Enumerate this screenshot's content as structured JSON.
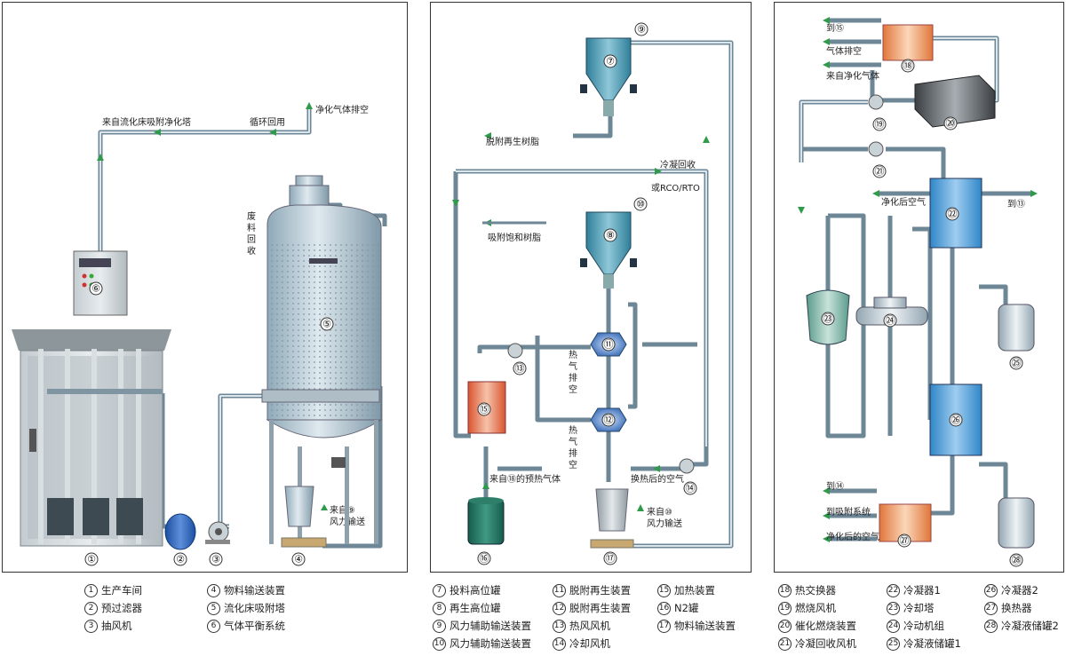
{
  "panel1": {
    "labels": {
      "exhaust": "净化气体排空",
      "from_tower": "来自流化床吸附净化塔",
      "recycle": "循环回用",
      "waste_return": [
        "废",
        "料",
        "回",
        "收"
      ],
      "air_convey": [
        "来自⑨",
        "风力输送"
      ]
    },
    "numbers": [
      "①",
      "②",
      "③",
      "④",
      "⑤",
      "⑥"
    ]
  },
  "panel2": {
    "labels": {
      "regen_resin": "脱附再生树脂",
      "condense_recover": "冷凝回收",
      "rco": "或RCO/RTO",
      "sat_resin": "吸附饱和树脂",
      "hot_exhaust1": [
        "热",
        "气",
        "排",
        "空"
      ],
      "hot_exhaust2": [
        "热",
        "气",
        "排",
        "空"
      ],
      "preheat_gas": "来自⑱的预热气体",
      "after_air": "换热后的空气",
      "air_convey": [
        "来自⑩",
        "风力输送"
      ]
    },
    "numbers": [
      "⑦",
      "⑧",
      "⑨",
      "⑩",
      "⑪",
      "⑫",
      "⑬",
      "⑭",
      "⑮",
      "⑯",
      "⑰"
    ]
  },
  "panel3": {
    "labels": {
      "to15": "到⑮",
      "gas_exhaust": "气体排空",
      "from_clean": "来自净化气体",
      "clean_air_top": "净化后空气",
      "to13": "到⑬",
      "to14": "到⑭",
      "to_adsorb": "到吸附系统",
      "clean_air_bottom": "净化后的空气"
    },
    "numbers": [
      "⑱",
      "⑲",
      "⑳",
      "㉑",
      "㉒",
      "㉓",
      "㉔",
      "㉕",
      "㉖",
      "㉗",
      "㉘"
    ]
  },
  "legend": [
    {
      "n": "1",
      "t": "生产车间"
    },
    {
      "n": "2",
      "t": "预过滤器"
    },
    {
      "n": "3",
      "t": "抽风机"
    },
    {
      "n": "4",
      "t": "物料输送装置"
    },
    {
      "n": "5",
      "t": "流化床吸附塔"
    },
    {
      "n": "6",
      "t": "气体平衡系统"
    },
    {
      "n": "7",
      "t": "投料高位罐"
    },
    {
      "n": "8",
      "t": "再生高位罐"
    },
    {
      "n": "9",
      "t": "风力辅助输送装置"
    },
    {
      "n": "10",
      "t": "风力辅助输送装置"
    },
    {
      "n": "11",
      "t": "脱附再生装置"
    },
    {
      "n": "12",
      "t": "脱附再生装置"
    },
    {
      "n": "13",
      "t": "热风风机"
    },
    {
      "n": "14",
      "t": "冷却风机"
    },
    {
      "n": "15",
      "t": "加热装置"
    },
    {
      "n": "16",
      "t": "N2罐"
    },
    {
      "n": "17",
      "t": "物料输送装置"
    },
    {
      "n": "18",
      "t": "热交换器"
    },
    {
      "n": "19",
      "t": "燃烧风机"
    },
    {
      "n": "20",
      "t": "催化燃烧装置"
    },
    {
      "n": "21",
      "t": "冷凝回收风机"
    },
    {
      "n": "22",
      "t": "冷凝器1"
    },
    {
      "n": "23",
      "t": "冷却塔"
    },
    {
      "n": "24",
      "t": "冷动机组"
    },
    {
      "n": "25",
      "t": "冷凝液储罐1"
    },
    {
      "n": "26",
      "t": "冷凝器2"
    },
    {
      "n": "27",
      "t": "换热器"
    },
    {
      "n": "28",
      "t": "冷凝液储罐2"
    }
  ]
}
